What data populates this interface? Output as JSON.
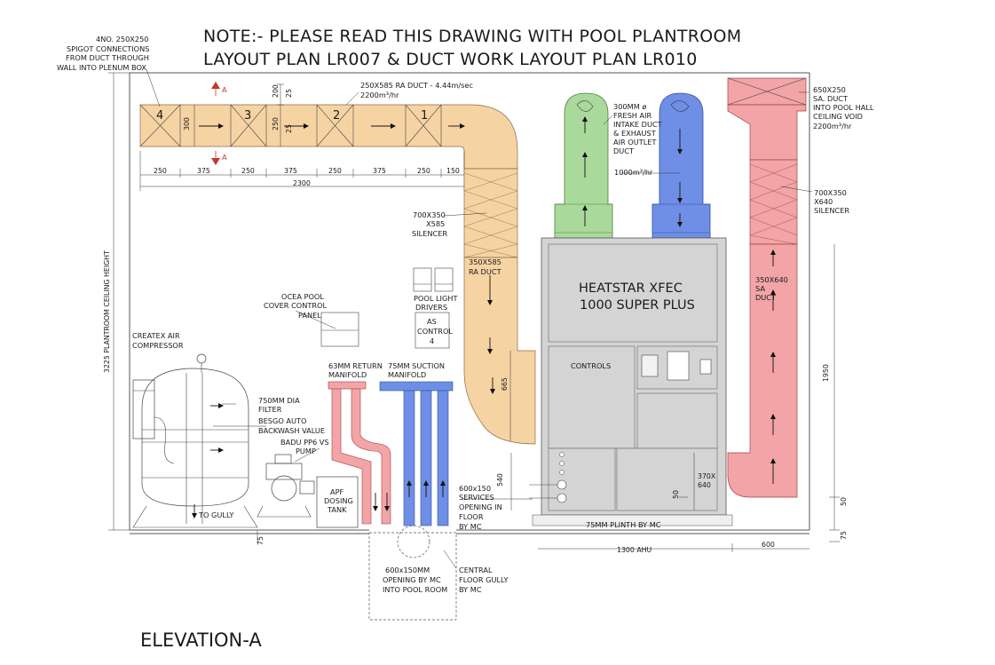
{
  "note": {
    "line1": "NOTE:- PLEASE READ THIS DRAWING WITH POOL PLANTROOM",
    "line2": "LAYOUT PLAN LR007 & DUCT WORK LAYOUT PLAN LR010"
  },
  "title": "ELEVATION-A",
  "colors": {
    "ra_duct": "#f6d3a3",
    "fresh_air": "#a9d99b",
    "exhaust": "#6f8fe6",
    "supply": "#f2a4a6",
    "return_manifold": "#f2a4a6",
    "suction_manifold": "#6f8fe6",
    "section_marker": "#c0392b"
  },
  "labels": {
    "spigot_1": "4NO. 250X250",
    "spigot_2": "SPIGOT CONNECTIONS",
    "spigot_3": "FROM DUCT THROUGH",
    "spigot_4": "WALL INTO PLENUM BOX",
    "ra_duct_top_1": "250X585 RA DUCT - 4.44m/sec",
    "ra_duct_top_2": "2200m³/hr",
    "fresh_1": "300MM ø",
    "fresh_2": "FRESH AIR",
    "fresh_3": "INTAKE DUCT",
    "fresh_4": "& EXHAUST",
    "fresh_5": "AIR OUTLET",
    "fresh_6": "DUCT",
    "flow_1000": "1000m³/hr",
    "sa_top_1": "650X250",
    "sa_top_2": "SA. DUCT",
    "sa_top_3": "INTO POOL HALL",
    "sa_top_4": "CEILING VOID",
    "sa_top_5": "2200m³/hr",
    "sil_right_1": "700X350",
    "sil_right_2": "X640",
    "sil_right_3": "SILENCER",
    "sil_left_1": "700X350",
    "sil_left_2": "X585",
    "sil_left_3": "SILENCER",
    "ra_vert_1": "350X585",
    "ra_vert_2": "RA DUCT",
    "sa_vert_1": "350X640",
    "sa_vert_2": "SA",
    "sa_vert_3": "DUCT",
    "pool_light_1": "POOL LIGHT",
    "pool_light_2": "DRIVERS",
    "as_control_1": "AS",
    "as_control_2": "CONTROL",
    "as_control_3": "4",
    "ocea_1": "OCEA POOL",
    "ocea_2": "COVER CONTROL",
    "ocea_3": "PANEL",
    "heatstar_1": "HEATSTAR XFEC",
    "heatstar_2": "1000 SUPER PLUS",
    "controls": "CONTROLS",
    "createx_1": "CREATEX AIR",
    "createx_2": "COMPRESSOR",
    "filter_1": "750MM DIA",
    "filter_2": "FILTER",
    "besgo_1": "BESGO AUTO",
    "besgo_2": "BACKWASH VALUE",
    "badu_1": "BADU PP6 VS",
    "badu_2": "PUMP",
    "return_1": "63MM RETURN",
    "return_2": "MANIFOLD",
    "suction_1": "75MM SUCTION",
    "suction_2": "MANIFOLD",
    "apf_1": "APF",
    "apf_2": "DOSING",
    "apf_3": "TANK",
    "to_gully": "TO GULLY",
    "services_1": "600x150",
    "services_2": "SERVICES",
    "services_3": "OPENING IN",
    "services_4": "FLOOR",
    "services_5": "BY MC",
    "opening_1": "600x150MM",
    "opening_2": "OPENING BY MC",
    "opening_3": "INTO POOL ROOM",
    "gully_1": "CENTRAL",
    "gully_2": "FLOOR GULLY",
    "gully_3": "BY MC",
    "plinth": "75MM PLINTH BY MC",
    "ceiling_height": "3225 PLANTROOM CEILING HEIGHT",
    "size_370": "370X",
    "size_640": "640",
    "section_a": "A"
  },
  "spigots": [
    "4",
    "3",
    "2",
    "1"
  ],
  "dims": {
    "d200": "200",
    "d25a": "25",
    "d300": "300",
    "d250v": "250",
    "d25b": "25",
    "segments": [
      "250",
      "375",
      "250",
      "375",
      "250",
      "375",
      "250",
      "150"
    ],
    "total": "2300",
    "d665": "665",
    "d540": "540",
    "d50a": "50",
    "d1950": "1950",
    "d50b": "50",
    "d75a": "75",
    "d75b": "75",
    "d1300": "1300 AHU",
    "d600": "600"
  }
}
